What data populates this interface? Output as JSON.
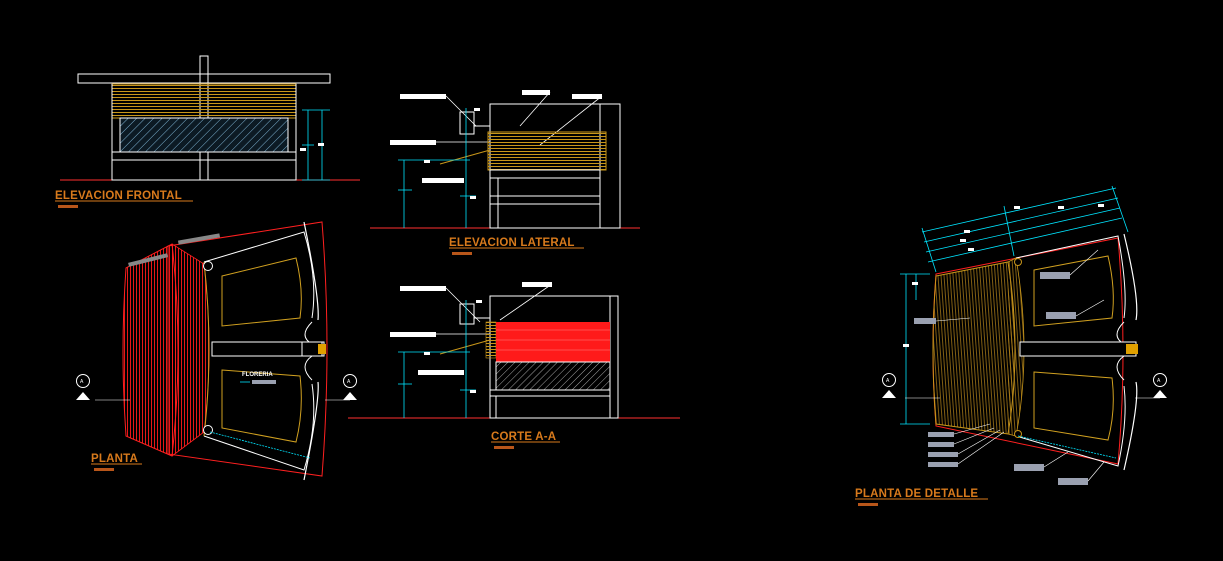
{
  "drawing": {
    "colors": {
      "background": "#000000",
      "wall": "#ffffff",
      "title": "#d87a1c",
      "hatch_ochre": "#c8961a",
      "hatch_red": "#ff1a1a",
      "glass": "#5a8fb0",
      "dimension": "#00e5ff",
      "outline_red": "#ff2020"
    },
    "views": {
      "front_elevation": {
        "title": "ELEVACION FRONTAL"
      },
      "side_elevation": {
        "title": "ELEVACION LATERAL"
      },
      "section": {
        "title": "CORTE A-A"
      },
      "plan": {
        "title": "PLANTA",
        "room_label": "FLORERIA"
      },
      "detail_plan": {
        "title": "PLANTA DE DETALLE"
      }
    },
    "section_marker": "A"
  }
}
